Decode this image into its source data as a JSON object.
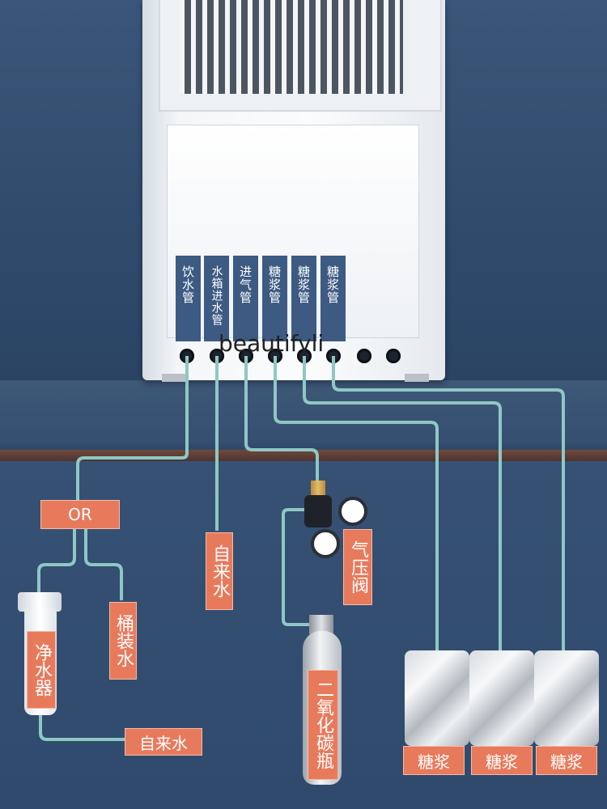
{
  "watermark": "beautifyli",
  "machine_labels": [
    "饮水管",
    "水箱进水管",
    "进气管",
    "糖浆管",
    "糖浆管",
    "糖浆管"
  ],
  "or_label": "OR",
  "tap_water_label_vertical": "自来水",
  "bottled_water_label": "桶装水",
  "purifier_label": "净水器",
  "tap_water_label_bottom": "自来水",
  "pressure_valve_label": "气压阀",
  "co2_bottle_label": "二氧化碳瓶",
  "syrup_labels": [
    "糖浆",
    "糖浆",
    "糖浆"
  ],
  "colors": {
    "label_tag": "#3d5a82",
    "orange": "#e87a5c",
    "pipe": "#8fc7c5"
  }
}
